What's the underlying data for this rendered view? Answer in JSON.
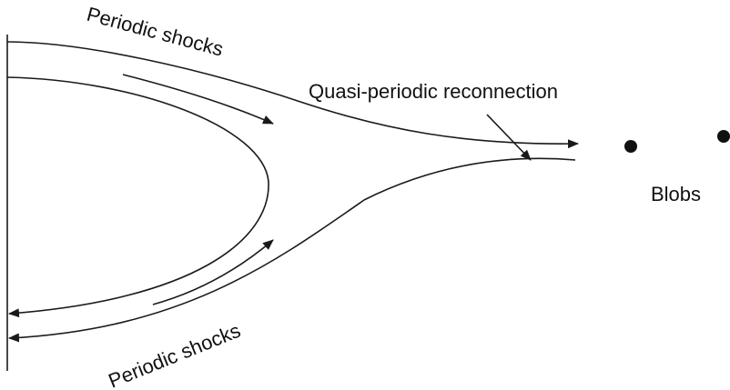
{
  "labels": {
    "top_shocks": "Periodic shocks",
    "reconnection": "Quasi-periodic reconnection",
    "blobs": "Blobs",
    "bottom_shocks": "Periodic shocks"
  },
  "colors": {
    "ink": "#1a1a1a",
    "background": "#ffffff"
  }
}
